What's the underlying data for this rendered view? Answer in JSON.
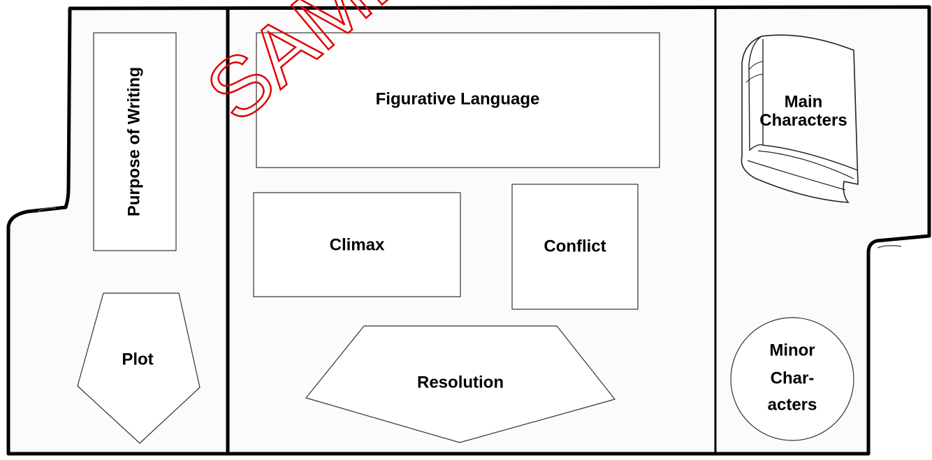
{
  "watermark": "SAMPLE",
  "panels": {
    "left": {
      "purpose_of_writing": "Purpose of Writing",
      "plot": "Plot"
    },
    "center": {
      "figurative_language": "Figurative Language",
      "climax": "Climax",
      "conflict": "Conflict",
      "resolution": "Resolution"
    },
    "right": {
      "main_characters": [
        "Main",
        "Characters"
      ],
      "minor_characters": [
        "Minor",
        "Char-",
        "acters"
      ]
    }
  },
  "colors": {
    "watermark": "#e00000",
    "lines": "#000000"
  }
}
